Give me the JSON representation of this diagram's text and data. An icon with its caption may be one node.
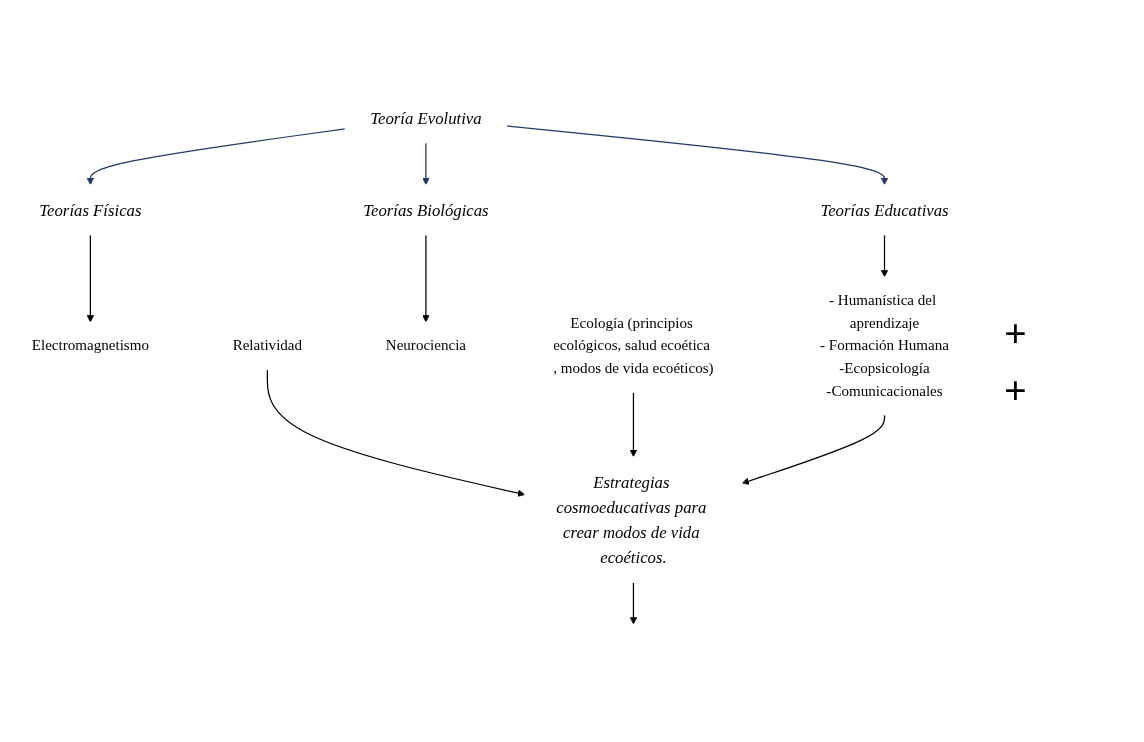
{
  "diagram": {
    "nodes": [
      {
        "text": [
          "Teoría Evolutiva"
        ]
      },
      {
        "text": [
          "Teorías Físicas"
        ]
      },
      {
        "text": [
          "Teorías Biológicas"
        ]
      },
      {
        "text": [
          "Teorías Educativas"
        ]
      },
      {
        "text": [
          "Electromagnetismo"
        ]
      },
      {
        "text": [
          "Relatividad"
        ]
      },
      {
        "text": [
          "Neurociencia"
        ]
      },
      {
        "text": [
          "Ecología (principios ecológicos, salud ecoética , modos de vida ecoéticos)"
        ]
      },
      {
        "text": [
          "- Humanística del aprendizaje",
          "- Formación Humana",
          "-Ecopsicología",
          "-Comunicacionales"
        ]
      },
      {
        "text": [
          "Estrategias cosmoeducativas para crear modos de vida ecoéticos."
        ]
      }
    ],
    "edges": [
      {
        "from": 0,
        "to": 1,
        "arrow": "to",
        "color": "#1f3864"
      },
      {
        "from": 0,
        "to": 2,
        "arrow": "to",
        "color": "#1f3864"
      },
      {
        "from": 0,
        "to": 3,
        "arrow": "to",
        "color": "#1f3864"
      },
      {
        "from": 1,
        "to": 4,
        "arrow": "to"
      },
      {
        "from": 2,
        "to": 6,
        "arrow": "to"
      },
      {
        "from": 3,
        "to": 8,
        "arrow": "to"
      },
      {
        "from": 5,
        "to": 9,
        "arrow": "to"
      },
      {
        "from": 7,
        "to": 9,
        "arrow": "to"
      },
      {
        "from": 8,
        "to": 9,
        "arrow": "to"
      },
      {
        "from": 9,
        "to": null,
        "arrow": "to"
      }
    ],
    "labels": [
      "+",
      "+"
    ]
  }
}
